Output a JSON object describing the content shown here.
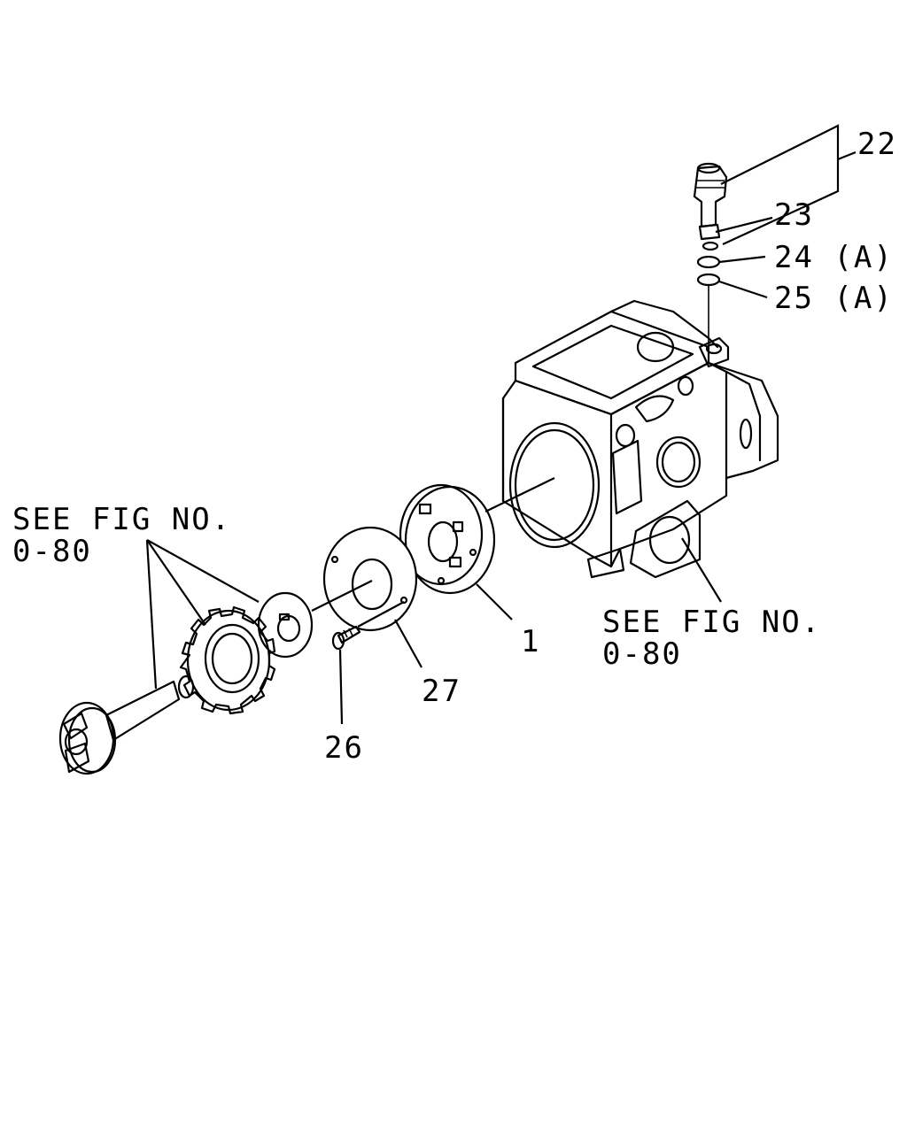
{
  "callouts": {
    "c22": "22",
    "c23": "23",
    "c24": "24 (A)",
    "c25": "25 (A)",
    "c1": "1",
    "c27": "27",
    "c26": "26"
  },
  "references": {
    "left_line1": "SEE FIG NO.",
    "left_line2": "0-80",
    "right_line1": "SEE FIG NO.",
    "right_line2": "0-80"
  },
  "colors": {
    "ink": "#000000",
    "paper": "#ffffff"
  }
}
